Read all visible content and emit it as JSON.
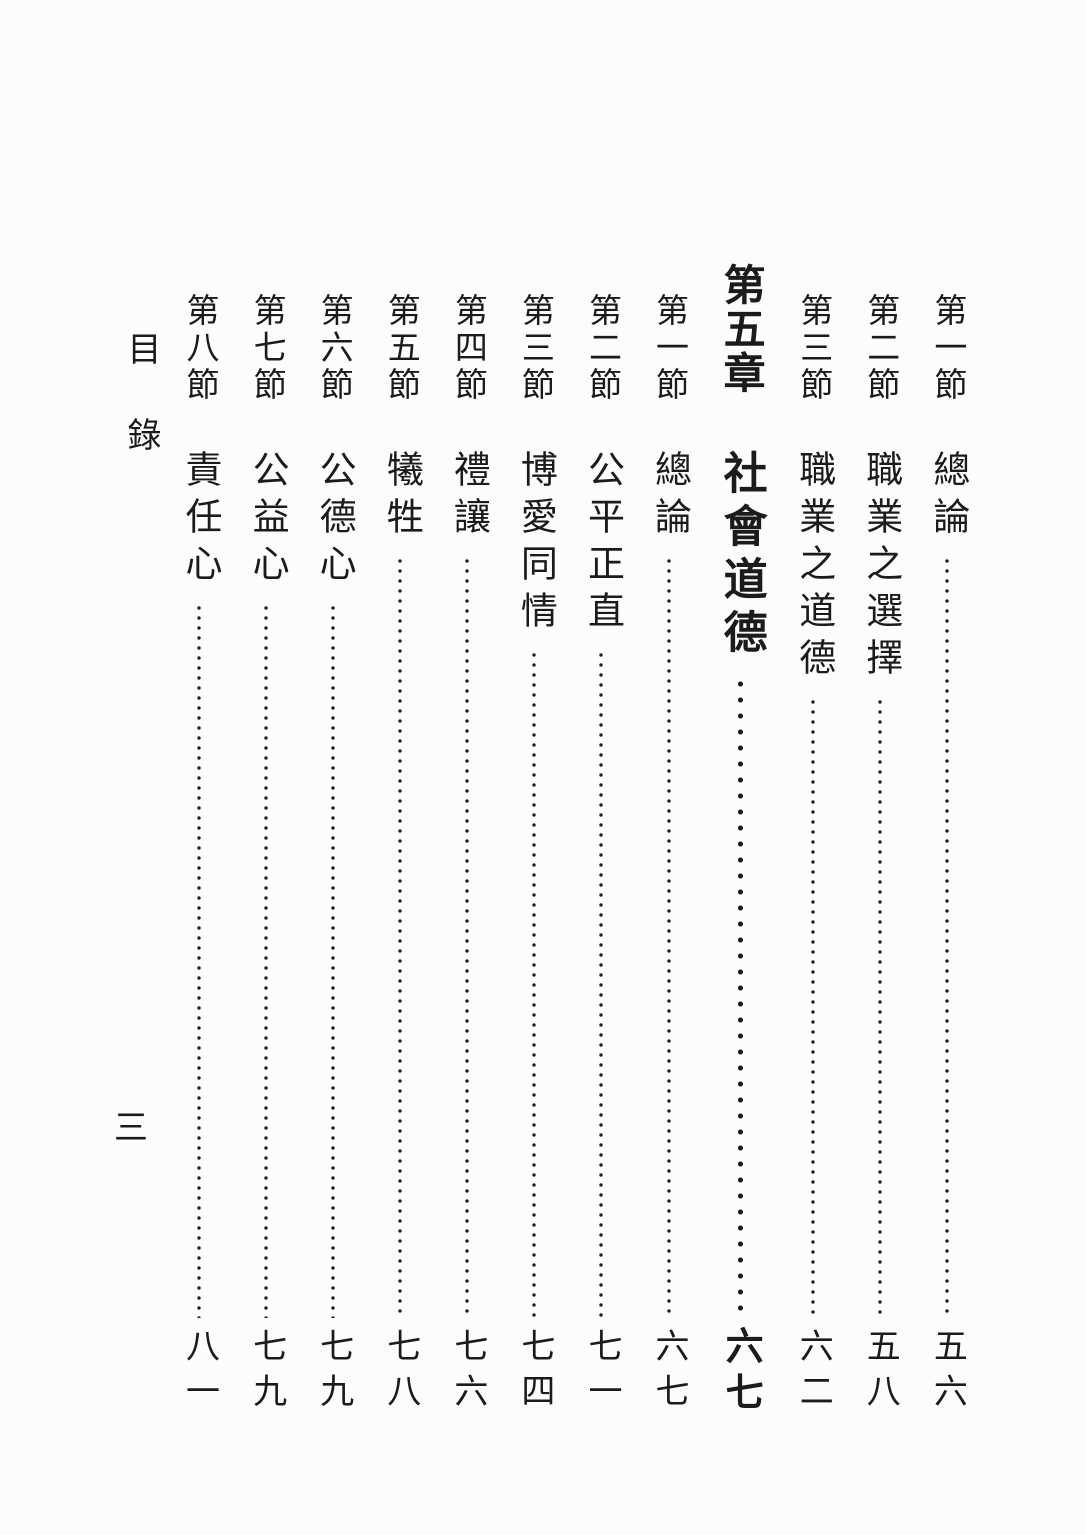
{
  "page": {
    "margin_label": "目錄",
    "folio": "三"
  },
  "colors": {
    "paper": "#fcfcfa",
    "ink": "#1b1b1b"
  },
  "toc": {
    "entries": [
      {
        "type": "section",
        "label": "第一節",
        "title": "總論",
        "page": "五六"
      },
      {
        "type": "section",
        "label": "第二節",
        "title": "職業之選擇",
        "page": "五八"
      },
      {
        "type": "section",
        "label": "第三節",
        "title": "職業之道德",
        "page": "六二"
      },
      {
        "type": "chapter",
        "label": "第五章",
        "title": "社會道德",
        "page": "六七"
      },
      {
        "type": "section",
        "label": "第一節",
        "title": "總論",
        "page": "六七"
      },
      {
        "type": "section",
        "label": "第二節",
        "title": "公平正直",
        "page": "七一"
      },
      {
        "type": "section",
        "label": "第三節",
        "title": "博愛同情",
        "page": "七四"
      },
      {
        "type": "section",
        "label": "第四節",
        "title": "禮讓",
        "page": "七六"
      },
      {
        "type": "section",
        "label": "第五節",
        "title": "犧牲",
        "page": "七八"
      },
      {
        "type": "section",
        "label": "第六節",
        "title": "公德心",
        "page": "七九"
      },
      {
        "type": "section",
        "label": "第七節",
        "title": "公益心",
        "page": "七九"
      },
      {
        "type": "section",
        "label": "第八節",
        "title": "責任心",
        "page": "八一"
      }
    ]
  }
}
